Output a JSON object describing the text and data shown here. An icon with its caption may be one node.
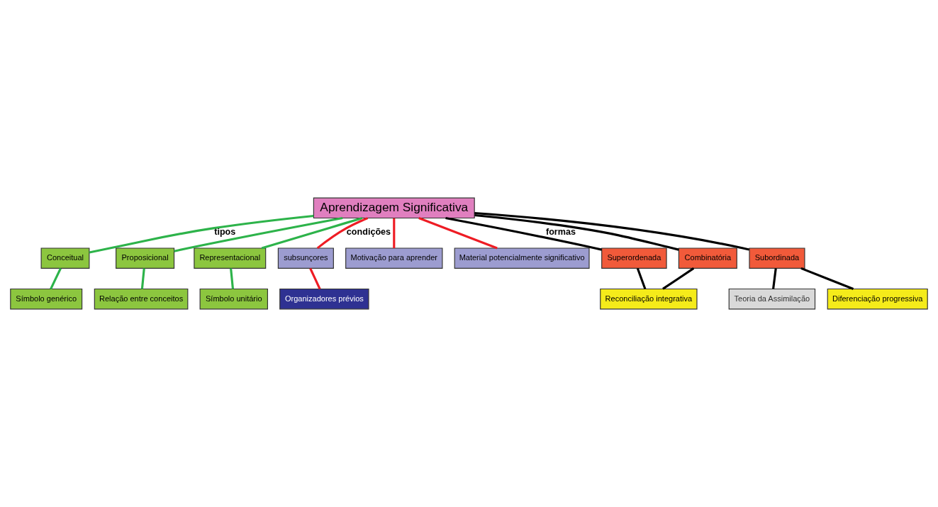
{
  "diagram": {
    "nodes": [
      {
        "text": [
          "Aprendizagem Significativa"
        ]
      },
      {
        "text": [
          "Conceitual"
        ]
      },
      {
        "text": [
          "Proposicional"
        ]
      },
      {
        "text": [
          "Representacional"
        ]
      },
      {
        "text": [
          "Relação entre conceitos"
        ]
      },
      {
        "text": [
          "Símbolo genérico"
        ]
      },
      {
        "text": [
          "Símbolo unitário"
        ]
      },
      {
        "text": [
          "subsunçores"
        ]
      },
      {
        "text": [
          "Organizadores prévios"
        ]
      },
      {
        "text": [
          "Motivação para aprender"
        ]
      },
      {
        "text": [
          "Material potencialmente significativo"
        ]
      },
      {
        "text": [
          "Superordenada"
        ]
      },
      {
        "text": [
          "Subordinada"
        ]
      },
      {
        "text": [
          "Combinatória"
        ]
      },
      {
        "text": [
          "Teoria da Assimilação"
        ]
      },
      {
        "text": [
          "Reconciliação integrativa"
        ]
      },
      {
        "text": [
          "Diferenciação progressiva"
        ]
      }
    ],
    "edges": [
      {
        "from": 0,
        "to": 1,
        "arrow": "none",
        "label": "tipos",
        "color": "#2db34a"
      },
      {
        "from": 0,
        "to": 3,
        "arrow": "none",
        "color": "#2db34a"
      },
      {
        "from": 0,
        "to": 2,
        "arrow": "none",
        "color": "#2db34a"
      },
      {
        "from": 1,
        "to": 5,
        "arrow": "none",
        "color": "#2db34a"
      },
      {
        "from": 3,
        "to": 6,
        "arrow": "none",
        "color": "#2db34a"
      },
      {
        "from": 2,
        "to": 4,
        "arrow": "none",
        "color": "#2db34a"
      },
      {
        "from": 0,
        "to": 7,
        "arrow": "none",
        "label": "condições",
        "color": "#ee1c24"
      },
      {
        "from": 0,
        "to": 9,
        "arrow": "none",
        "color": "#ee1c24"
      },
      {
        "from": 0,
        "to": 10,
        "arrow": "none",
        "color": "#ee1c24"
      },
      {
        "from": 7,
        "to": 8,
        "arrow": "none",
        "color": "#ee1c24"
      },
      {
        "from": 0,
        "to": 11,
        "arrow": "none",
        "label": "formas"
      },
      {
        "from": 0,
        "to": 13,
        "arrow": "none"
      },
      {
        "from": 0,
        "to": 12,
        "arrow": "none"
      },
      {
        "from": 11,
        "to": 15,
        "arrow": "none"
      },
      {
        "from": 13,
        "to": 15,
        "arrow": "none"
      },
      {
        "from": 12,
        "to": 14,
        "arrow": "none"
      },
      {
        "from": 12,
        "to": 16,
        "arrow": "none"
      }
    ]
  }
}
